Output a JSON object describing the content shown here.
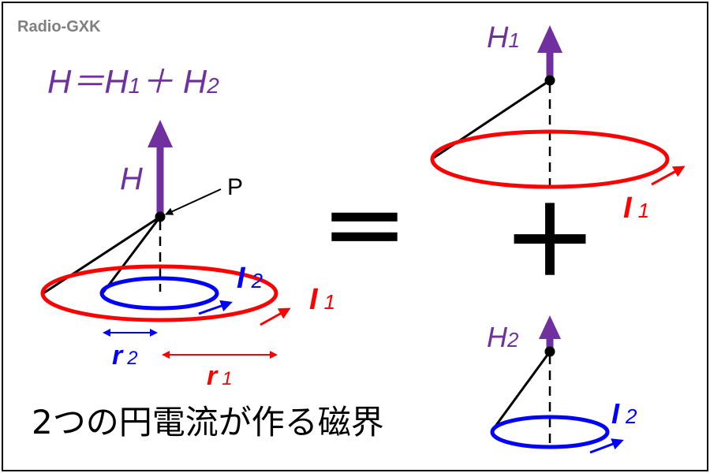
{
  "watermark": "Radio-GXK",
  "formula": {
    "lhs": "H＝H",
    "sub1": "1",
    "plus": "＋ H",
    "sub2": "2"
  },
  "left": {
    "field_label": "H",
    "point_label": "P",
    "current_outer": {
      "name": "I",
      "sub": "1"
    },
    "current_inner": {
      "name": "I",
      "sub": "2"
    },
    "radius_outer": {
      "name": "r",
      "sub": "1"
    },
    "radius_inner": {
      "name": "r",
      "sub": "2"
    }
  },
  "equals_sign": "＝",
  "plus_sign": "＋",
  "top_right": {
    "field_label": {
      "name": "H",
      "sub": "1"
    },
    "current_label": {
      "name": "I",
      "sub": "1"
    }
  },
  "bottom_right": {
    "field_label": {
      "name": "H",
      "sub": "2"
    },
    "current_label": {
      "name": "I",
      "sub": "2"
    }
  },
  "caption": "2つの円電流が作る磁界",
  "colors": {
    "field": "#7030a0",
    "outer_loop": "#ff0000",
    "inner_loop": "#0000ff",
    "line": "#000000",
    "watermark": "#7f7f7f"
  }
}
